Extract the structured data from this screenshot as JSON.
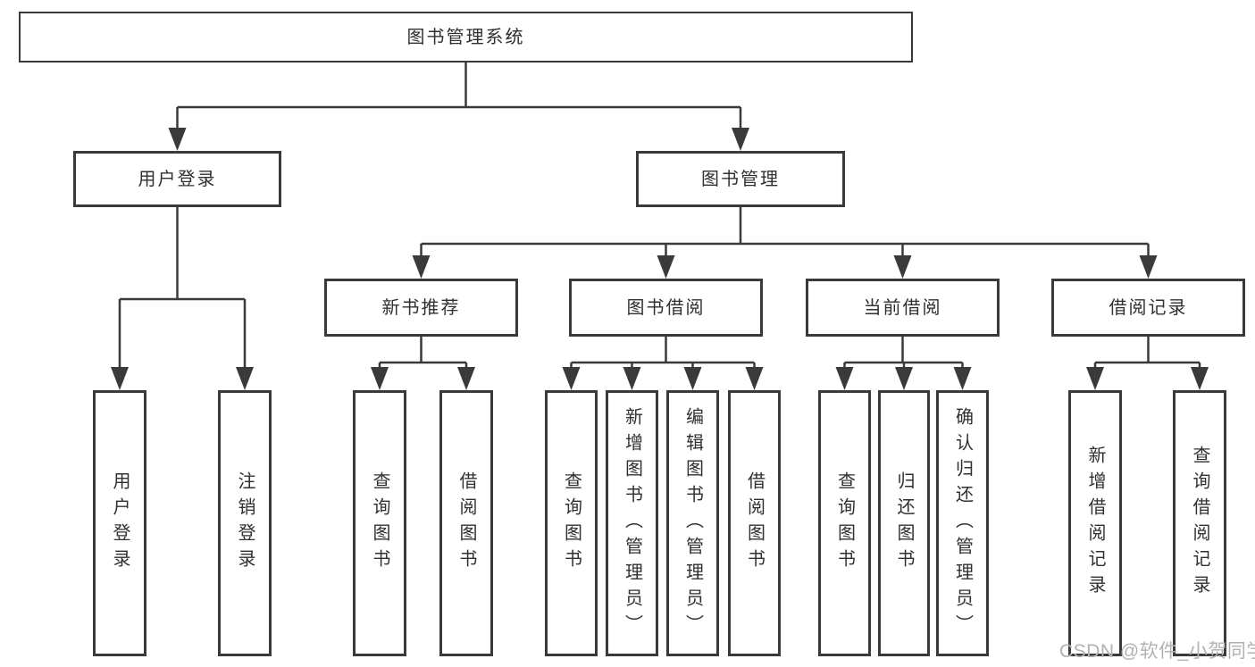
{
  "nodes": {
    "root": "图书管理系统",
    "userLogin": "用户登录",
    "bookManagement": "图书管理",
    "newBookRecommend": "新书推荐",
    "bookBorrow": "图书借阅",
    "currentBorrow": "当前借阅",
    "borrowRecord": "借阅记录",
    "leafUserLogin": "用户登录",
    "leafLogout": "注销登录",
    "recQueryBook": "查询图书",
    "recBorrowBook": "借阅图书",
    "bbQueryBook": "查询图书",
    "bbAddBook": "新增图书（管理员）",
    "bbEditBook": "编辑图书（管理员）",
    "bbBorrowBook": "借阅图书",
    "cbQueryBook": "查询图书",
    "cbReturnBook": "归还图书",
    "cbConfirmReturn": "确认归还（管理员）",
    "brAddRecord": "新增借阅记录",
    "brQueryRecord": "查询借阅记录"
  },
  "hierarchy": {
    "图书管理系统": {
      "用户登录": [
        "用户登录",
        "注销登录"
      ],
      "图书管理": {
        "新书推荐": [
          "查询图书",
          "借阅图书"
        ],
        "图书借阅": [
          "查询图书",
          "新增图书（管理员）",
          "编辑图书（管理员）",
          "借阅图书"
        ],
        "当前借阅": [
          "查询图书",
          "归还图书",
          "确认归还（管理员）"
        ],
        "借阅记录": [
          "新增借阅记录",
          "查询借阅记录"
        ]
      }
    }
  },
  "colors": {
    "line": "#3a3a3a",
    "text": "#303030",
    "watermark": "#b2b2b2",
    "background": "#ffffff"
  },
  "watermark": "CSDN @软件_小贺同学"
}
